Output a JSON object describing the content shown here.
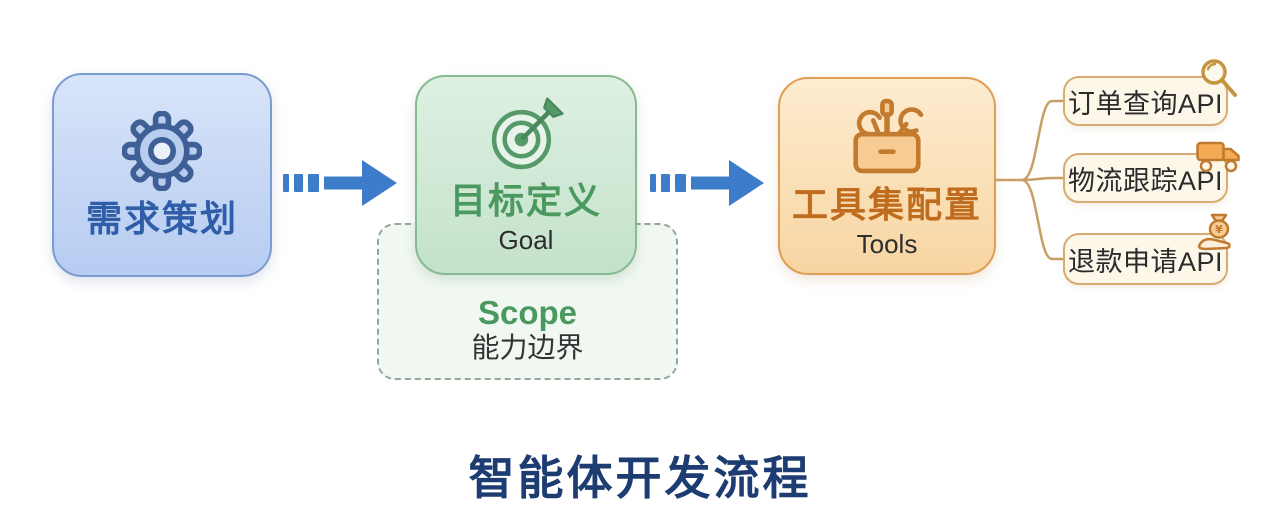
{
  "title": "智能体开发流程",
  "steps": {
    "requirements": {
      "label": "需求策划",
      "icon": "gear-icon"
    },
    "goal": {
      "label": "目标定义",
      "sublabel": "Goal",
      "icon": "target-icon"
    },
    "tools": {
      "label": "工具集配置",
      "sublabel": "Tools",
      "icon": "toolbox-icon"
    }
  },
  "scope": {
    "label": "Scope",
    "sublabel": "能力边界"
  },
  "apis": [
    {
      "label": "订单查询API",
      "icon": "magnifier-icon"
    },
    {
      "label": "物流跟踪API",
      "icon": "truck-icon"
    },
    {
      "label": "退款申请API",
      "icon": "money-bag-icon"
    }
  ],
  "colors": {
    "blue_box_border": "#7b9ccf",
    "blue_box_text": "#2f5da8",
    "green_box_border": "#88ba92",
    "green_box_text": "#4c9960",
    "orange_box_border": "#df9e54",
    "orange_box_text": "#bf6c1f",
    "arrow_blue": "#3c7cc8",
    "connector_tan": "#c79f66",
    "pill_border": "#d8ab72",
    "pill_background": "#fdf7e9",
    "title_navy": "#1d3c72"
  }
}
